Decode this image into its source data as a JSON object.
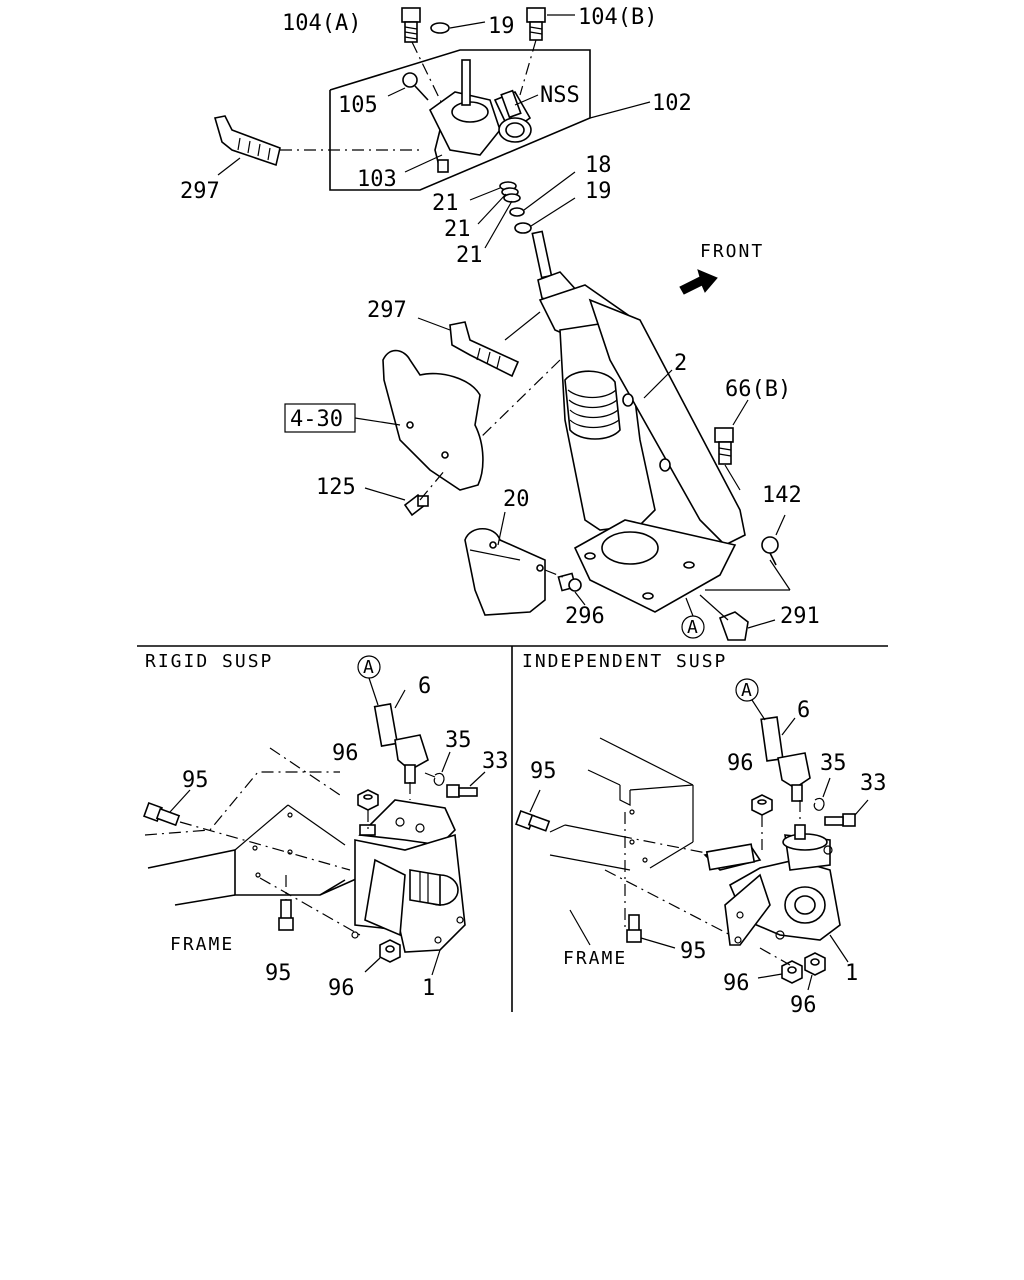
{
  "callouts": {
    "p104a": "104(A)",
    "p19a": "19",
    "p104b": "104(B)",
    "p105": "105",
    "nss": "NSS",
    "p102": "102",
    "p297a": "297",
    "p103": "103",
    "p18": "18",
    "p19b": "19",
    "p21a": "21",
    "p21b": "21",
    "p21c": "21",
    "front": "FRONT",
    "p297b": "297",
    "p2": "2",
    "p66b": "66(B)",
    "p4_30": "4-30",
    "p125": "125",
    "p20": "20",
    "p142": "142",
    "p296": "296",
    "circA_top": "A",
    "p291": "291"
  },
  "rigid": {
    "title": "RIGID SUSP",
    "circA": "A",
    "p6": "6",
    "p96a": "96",
    "p35": "35",
    "p33": "33",
    "p95a": "95",
    "frame": "FRAME",
    "p95b": "95",
    "p96b": "96",
    "p1": "1"
  },
  "independent": {
    "title": "INDEPENDENT SUSP",
    "circA": "A",
    "p6": "6",
    "p96a": "96",
    "p35": "35",
    "p33": "33",
    "p95a": "95",
    "frame": "FRAME",
    "p95b": "95",
    "p96b": "96",
    "p96c": "96",
    "p1": "1"
  }
}
